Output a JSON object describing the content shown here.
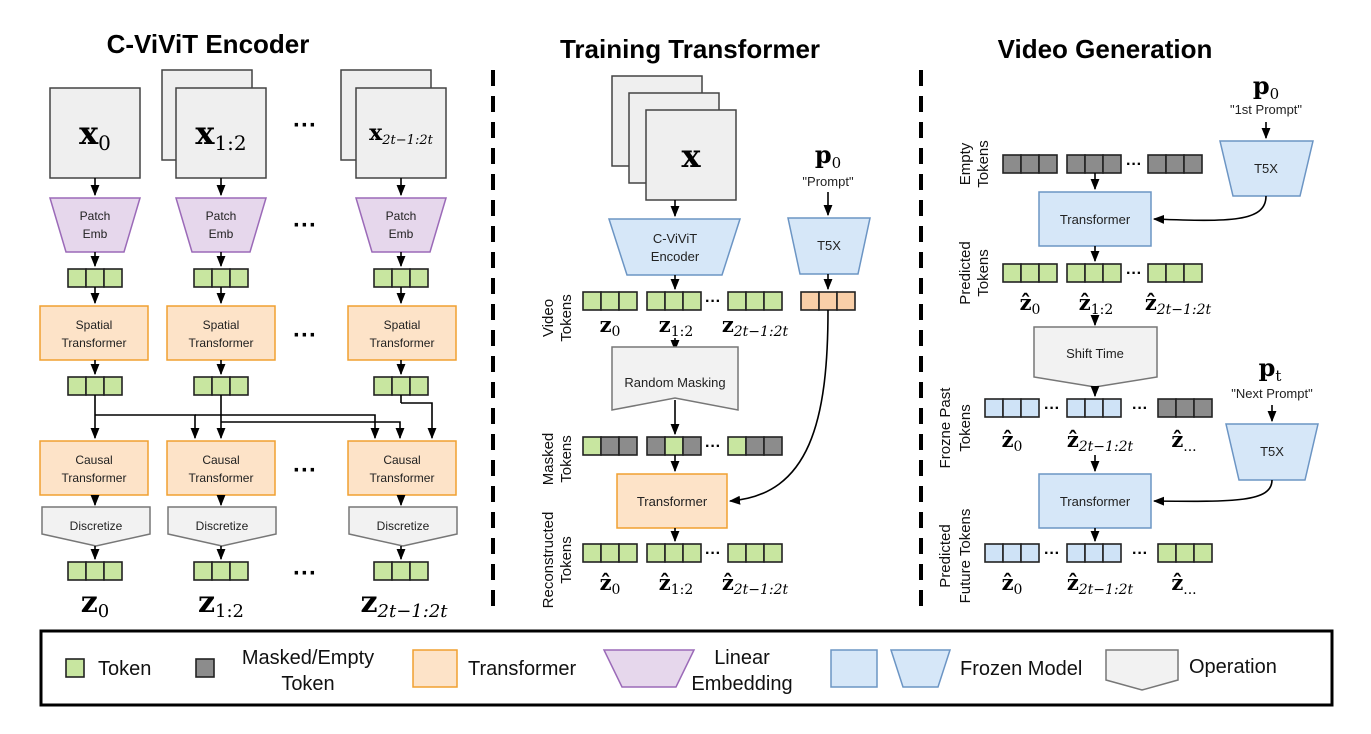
{
  "titles": {
    "encoder": "C-ViViT Encoder",
    "training": "Training Transformer",
    "generation": "Video Generation"
  },
  "encoder": {
    "frames": [
      {
        "base": "x",
        "sub": "0"
      },
      {
        "base": "x",
        "sub": "1:2"
      },
      {
        "base": "x",
        "sub": "2t−1:2t"
      }
    ],
    "patch_emb": [
      "Patch",
      "Emb"
    ],
    "spatial": [
      "Spatial",
      "Transformer"
    ],
    "causal": [
      "Causal",
      "Transformer"
    ],
    "discretize": "Discretize",
    "outputs": [
      {
        "base": "z",
        "sub": "0"
      },
      {
        "base": "z",
        "sub": "1:2"
      },
      {
        "base": "z",
        "sub": "2t−1:2t"
      }
    ],
    "ellipsis": "···"
  },
  "training": {
    "input": "x",
    "cvivit": [
      "C-ViViT",
      "Encoder"
    ],
    "prompt_sym": {
      "base": "p",
      "sub": "0"
    },
    "prompt_text": "\"Prompt\"",
    "t5x": "T5X",
    "video_tokens": [
      "Video",
      "Tokens"
    ],
    "token_labels": [
      {
        "base": "z",
        "sub": "0"
      },
      {
        "base": "z",
        "sub": "1:2"
      },
      {
        "base": "z",
        "sub": "2t−1:2t"
      }
    ],
    "random_masking": "Random Masking",
    "masked_tokens": [
      "Masked",
      "Tokens"
    ],
    "transformer": "Transformer",
    "reconstructed_tokens": [
      "Reconstructed",
      "Tokens"
    ],
    "recon_labels": [
      {
        "base": "ẑ",
        "sub": "0"
      },
      {
        "base": "ẑ",
        "sub": "1:2"
      },
      {
        "base": "ẑ",
        "sub": "2t−1:2t"
      }
    ],
    "ellipsis": "···"
  },
  "generation": {
    "prompt1_sym": {
      "base": "p",
      "sub": "0"
    },
    "prompt1_text": "\"1st Prompt\"",
    "t5x": "T5X",
    "empty_tokens": [
      "Empty",
      "Tokens"
    ],
    "transformer": "Transformer",
    "predicted_tokens": [
      "Predicted",
      "Tokens"
    ],
    "pred_labels": [
      {
        "base": "ẑ",
        "sub": "0"
      },
      {
        "base": "ẑ",
        "sub": "1:2"
      },
      {
        "base": "ẑ",
        "sub": "2t−1:2t"
      }
    ],
    "shift_time": "Shift Time",
    "prompt2_sym": {
      "base": "p",
      "sub": "t"
    },
    "prompt2_text": "\"Next Prompt\"",
    "frozen_past": [
      "Frozne Past",
      "Tokens"
    ],
    "past_labels": [
      {
        "base": "ẑ",
        "sub": "0"
      },
      {
        "base": "ẑ",
        "sub": "2t−1:2t"
      },
      {
        "base": "ẑ",
        "sub": "..."
      }
    ],
    "predicted_future": [
      "Predicted",
      "Future Tokens"
    ],
    "future_labels": [
      {
        "base": "ẑ",
        "sub": "0"
      },
      {
        "base": "ẑ",
        "sub": "2t−1:2t"
      },
      {
        "base": "ẑ",
        "sub": "..."
      }
    ],
    "ellipsis": "···"
  },
  "legend": {
    "token": "Token",
    "masked": [
      "Masked/Empty",
      "Token"
    ],
    "transformer": "Transformer",
    "linear": [
      "Linear",
      "Embedding"
    ],
    "frozen": "Frozen Model",
    "operation": "Operation"
  }
}
